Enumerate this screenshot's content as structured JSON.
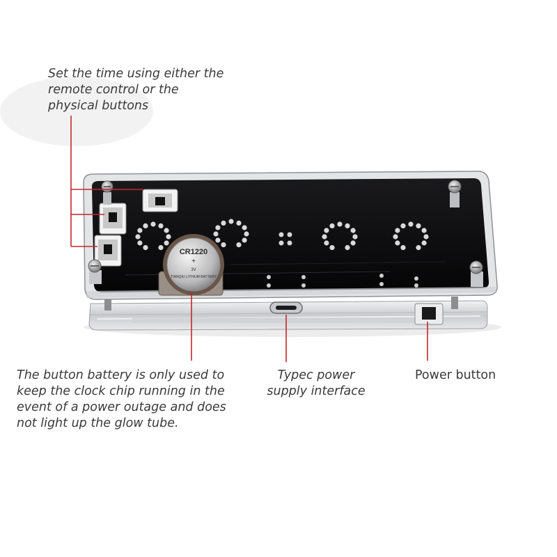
{
  "callouts": {
    "set_time": {
      "lines": [
        "Set the time using either the",
        "remote control or the",
        "physical buttons"
      ]
    },
    "battery": {
      "lines": [
        "The button battery is only used to",
        "keep the clock chip running in the",
        "event of a power outage and does",
        "not light up the glow tube."
      ]
    },
    "typec": {
      "lines": [
        "Typec power",
        "supply interface"
      ]
    },
    "power": {
      "lines": [
        "Power button"
      ]
    }
  },
  "battery_label": {
    "model": "CR1220",
    "voltage": "3V",
    "maker": "TIANQIU LITHIUM BATTERY"
  },
  "colors": {
    "leader_line": "#c0272d",
    "pcb": "#0b0b0d",
    "acrylic": "#d9dadc",
    "text": "#3a3a3a"
  }
}
